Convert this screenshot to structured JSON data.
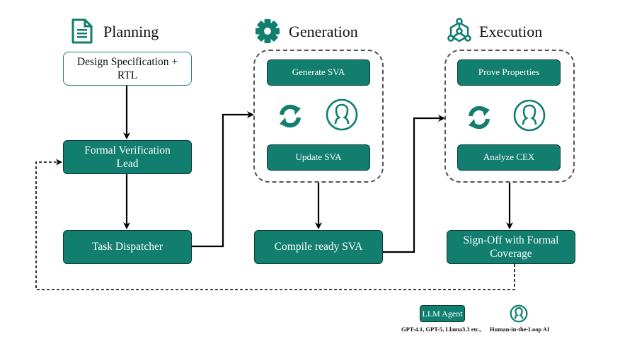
{
  "colors": {
    "teal": "#117e70",
    "dark_border": "#0b3a34",
    "dashed": "#555555"
  },
  "phases": {
    "planning": {
      "title": "Planning",
      "icon": "document-icon"
    },
    "generation": {
      "title": "Generation",
      "icon": "gear-icon"
    },
    "execution": {
      "title": "Execution",
      "icon": "network-nodes-icon"
    }
  },
  "nodes": {
    "design_spec": "Design Specification  + RTL",
    "fv_lead": "Formal Verification Lead",
    "task_dispatcher": "Task Dispatcher",
    "generate_sva": "Generate SVA",
    "update_sva": "Update SVA",
    "compile_sva": "Compile ready SVA",
    "prove_properties": "Prove Properties",
    "analyze_cex": "Analyze CEX",
    "sign_off": "Sign-Off with Formal Coverage"
  },
  "groups": {
    "generation_loop": {
      "icons": [
        "refresh-icon",
        "human-icon"
      ]
    },
    "execution_loop": {
      "icons": [
        "refresh-icon",
        "human-icon"
      ]
    }
  },
  "edges": [
    {
      "from": "design_spec",
      "to": "fv_lead",
      "style": "solid"
    },
    {
      "from": "fv_lead",
      "to": "task_dispatcher",
      "style": "solid"
    },
    {
      "from": "task_dispatcher",
      "to": "generation_loop",
      "style": "solid"
    },
    {
      "from": "generation_loop",
      "to": "compile_sva",
      "style": "solid"
    },
    {
      "from": "compile_sva",
      "to": "execution_loop",
      "style": "solid"
    },
    {
      "from": "execution_loop",
      "to": "sign_off",
      "style": "solid"
    },
    {
      "from": "sign_off",
      "to": "fv_lead",
      "style": "dashed"
    }
  ],
  "legend": {
    "llm_chip": "LLM Agent",
    "llm_caption": "GPT-4.1, GPT-5, Llama3.3 etc.,",
    "human_caption": "Human-in-the-Loop AI"
  }
}
